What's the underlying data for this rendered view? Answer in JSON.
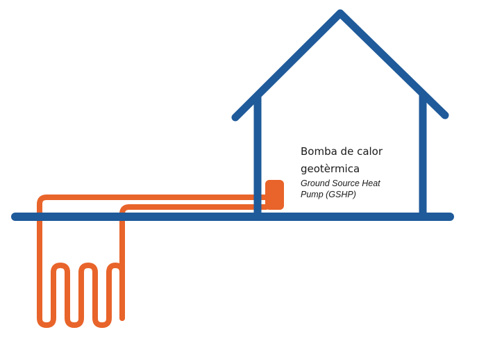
{
  "diagram": {
    "title_line1": "Bomba de calor",
    "title_line2": "geotèrmica",
    "subtitle_line1": "Ground Source Heat",
    "subtitle_line2": "Pump (GSHP)"
  },
  "colors": {
    "house_blue": "#1F5A9A",
    "pipe_orange": "#E8642A",
    "background": "#FFFFFF",
    "text": "#1A1A1A"
  },
  "elements": {
    "house": "house-outline",
    "ground": "ground-line",
    "heat_pump": "heat-pump-unit",
    "ground_loop": "ground-loop-pipe"
  }
}
